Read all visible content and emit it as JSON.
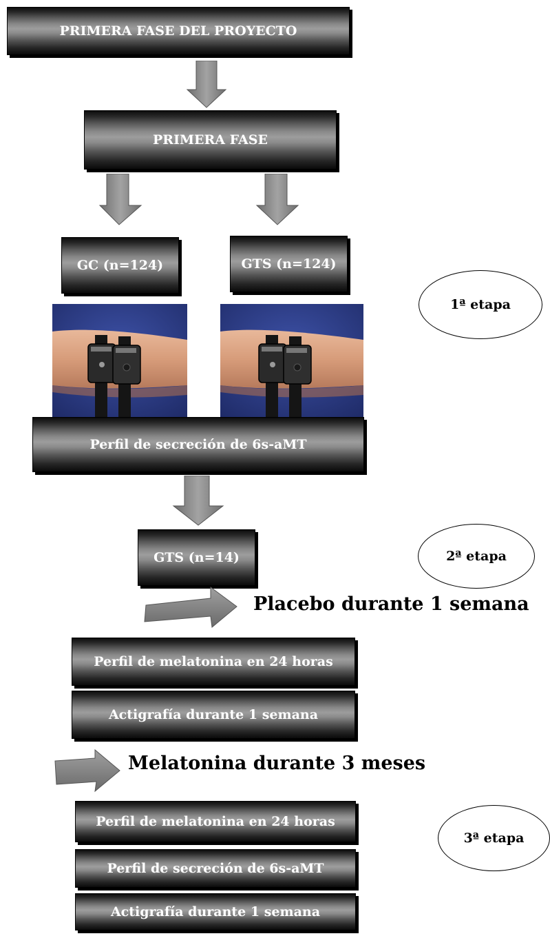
{
  "boxes": {
    "primera_fase_proyecto": "PRIMERA FASE DEL PROYECTO",
    "primera_fase": "PRIMERA FASE",
    "gc": "GC (n=124)",
    "gts_124": "GTS (n=124)",
    "perfil_6s_amt_1": "Perfil de secreción de 6s-aMT",
    "gts_14": "GTS (n=14)",
    "perfil_melatonina_1": "Perfil de melatonina en 24 horas",
    "actigrafia_1": "Actigrafía durante 1 semana",
    "perfil_melatonina_2": "Perfil de melatonina en 24 horas",
    "perfil_6s_amt_2": "Perfil de secreción de 6s-aMT",
    "actigrafia_2": "Actigrafía durante 1 semana"
  },
  "stages": {
    "stage1": "1ª etapa",
    "stage2": "2ª etapa",
    "stage3": "3ª etapa"
  },
  "labels": {
    "placebo": "Placebo durante 1 semana",
    "melatonina": "Melatonina durante 3 meses"
  },
  "colors": {
    "box_dark": "#0d0d0d",
    "box_mid": "#9d9d9d",
    "arrow_fill": "#8c8c8c",
    "photo_background": "#2c3c86"
  }
}
